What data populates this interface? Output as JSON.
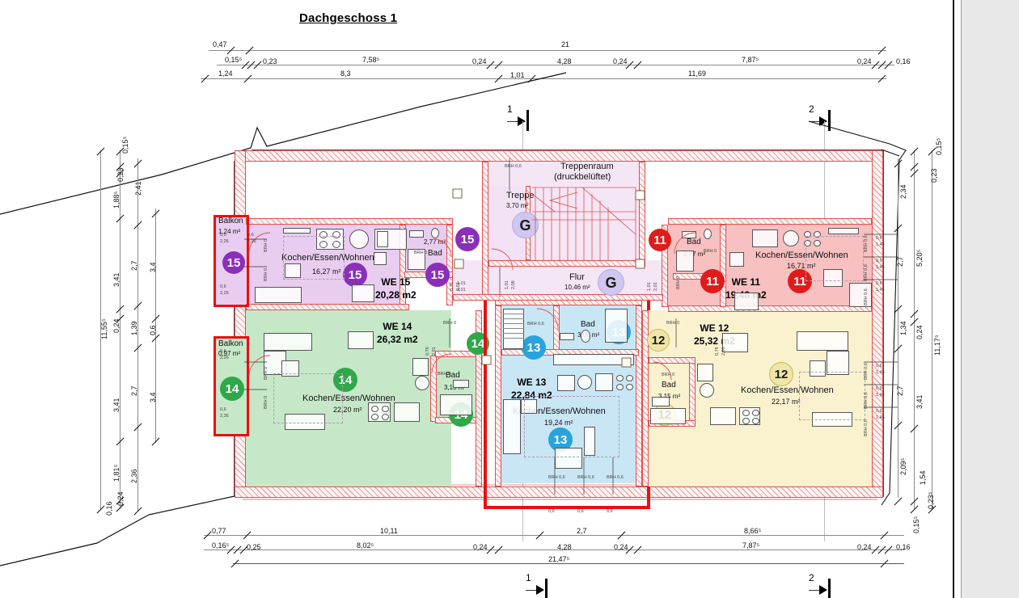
{
  "plan": {
    "title": "Dachgeschoss 1",
    "drawing_type": "architectural-floor-plan"
  },
  "colors": {
    "unit_15": "#e8cdf0",
    "unit_14": "#c6e8c8",
    "unit_13": "#c9e6f5",
    "unit_12": "#faf2cf",
    "unit_11": "#f8c0c0",
    "common": "#f5e6f5",
    "wall_hatch": "#e05050",
    "highlight": "#e81010",
    "badge_15": "#8b2fba",
    "badge_14": "#2fa84a",
    "badge_13": "#29a3dc",
    "badge_12": "#f0e5a8",
    "badge_11": "#e01b1b",
    "badge_g": "#cfc7ef"
  },
  "units": [
    {
      "id": "15",
      "name": "WE 15",
      "area": "20,28 m2",
      "main_room": "Kochen/Essen/Wohnen",
      "main_room_area": "16,27 m²",
      "bath": "Bad",
      "bath_area": "2,77 m²",
      "balcony": "Balkon",
      "balcony_area": "1,24 m²"
    },
    {
      "id": "14",
      "name": "WE 14",
      "area": "26,32 m2",
      "main_room": "Kochen/Essen/Wohnen",
      "main_room_area": "22,20 m²",
      "bath": "Bad",
      "bath_area": "3,15 m²",
      "balcony": "Balkon",
      "balcony_area": "0,97 m²"
    },
    {
      "id": "13",
      "name": "WE 13",
      "area": "22,84 m2",
      "main_room": "Kochen/Essen/Wohnen",
      "main_room_area": "19,24 m²",
      "bath": "Bad",
      "bath_area": "3,60 m²"
    },
    {
      "id": "12",
      "name": "WE 12",
      "area": "25,32 m2",
      "main_room": "Kochen/Essen/Wohnen",
      "main_room_area": "22,17 m²",
      "bath": "Bad",
      "bath_area": "3,15 m²"
    },
    {
      "id": "11",
      "name": "WE 11",
      "area": "19,48 m2",
      "main_room": "Kochen/Essen/Wohnen",
      "main_room_area": "16,71 m²",
      "bath": "Bad",
      "bath_area": "2,77 m²"
    }
  ],
  "common_rooms": [
    {
      "name": "Treppenraum",
      "note": "(druckbelüftet)"
    },
    {
      "name": "Treppe",
      "area": "3,70 m²",
      "badge": "G"
    },
    {
      "name": "Flur",
      "area": "10,46 m²",
      "badge": "G"
    }
  ],
  "badges": {
    "g": "G",
    "u15": "15",
    "u14": "14",
    "u13": "13",
    "u12": "12",
    "u11": "11"
  },
  "section_marks": [
    {
      "label": "1",
      "position": "top-left"
    },
    {
      "label": "2",
      "position": "top-right"
    },
    {
      "label": "1",
      "position": "bottom-left"
    },
    {
      "label": "2",
      "position": "bottom-right"
    }
  ],
  "dimensions": {
    "top": {
      "row1": [
        "0,47",
        "21"
      ],
      "row2": [
        "0,15⁵",
        "0,23",
        "7,58⁵",
        "0,24",
        "4,28",
        "0,24",
        "7,87⁵",
        "0,24",
        "0,16"
      ],
      "row3": [
        "1,24",
        "8,3",
        "1,01",
        "11,69"
      ]
    },
    "bottom": {
      "row1": [
        "0,77",
        "10,11",
        "2,7",
        "8,66⁵"
      ],
      "row2": [
        "0,16⁵",
        "0,25",
        "8,02⁵",
        "0,24",
        "4,28",
        "0,24",
        "7,87⁵",
        "0,24",
        "0,16"
      ],
      "row3": [
        "21,47⁵"
      ]
    },
    "left": {
      "chain_outer": [
        "11,55⁵"
      ],
      "chain_mid": [
        "0,15⁵",
        "0,23",
        "1,88⁵",
        "3,41",
        "0,24",
        "3,41",
        "1,81⁵",
        "0,24",
        "0,16"
      ],
      "chain_inner": [
        "2,41",
        "2,7",
        "1,39",
        "2,7",
        "2,36"
      ],
      "chain_in2": [
        "3,4",
        "0,6",
        "3,4"
      ]
    },
    "right": {
      "chain_outer": [
        "11,17⁵"
      ],
      "chain_mid": [
        "0,15⁵",
        "0,23",
        "5,20⁵",
        "0,24",
        "3,41",
        "1,54",
        "0,23⁵",
        "0,15⁵"
      ],
      "chain_inner": [
        "2,34",
        "2,7",
        "1,34",
        "2,7",
        "2,09⁵"
      ]
    }
  },
  "window_notes": {
    "brh_0": "BRH 0",
    "brh_06": "BRH 0,6",
    "h_06_226": [
      "0,6",
      "2,26"
    ],
    "h_06_146": [
      "0,6",
      "1,46"
    ],
    "h_09_146": [
      "0,9",
      "1,46"
    ],
    "h_076_201": [
      "0,76",
      "2,01"
    ],
    "h_101_201": [
      "1,01",
      "2,01"
    ],
    "h_101_208": [
      "1,01",
      "2,08"
    ]
  }
}
